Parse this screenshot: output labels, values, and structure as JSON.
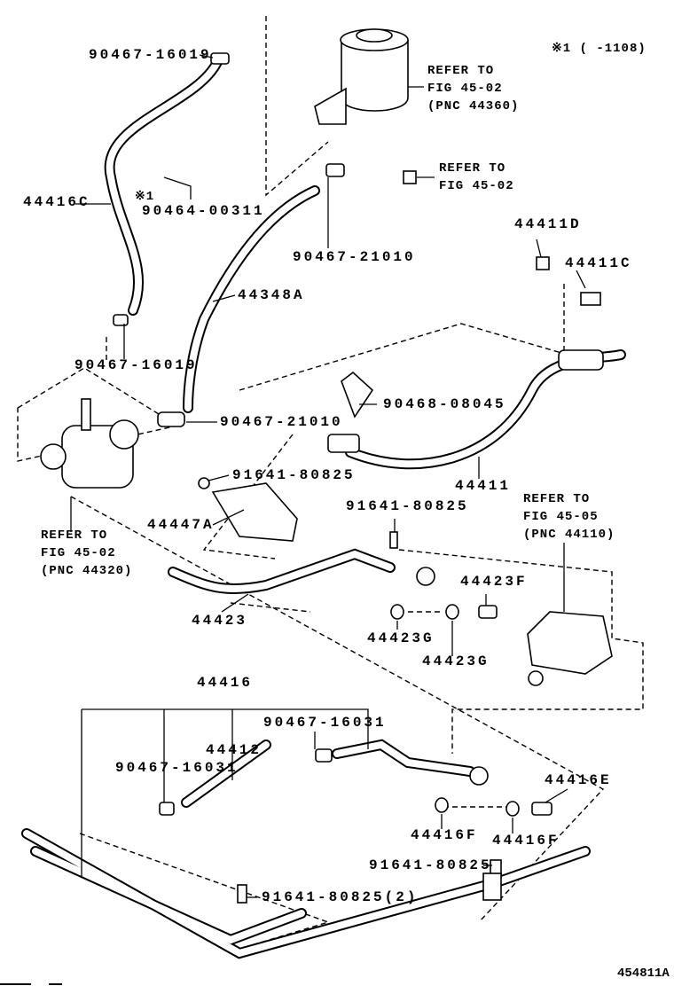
{
  "note": "※1 (   -1108)",
  "figure_id": "454811A",
  "labels": {
    "l1": "90467-16019",
    "r1a": "REFER TO",
    "r1b": "FIG 45-02",
    "r1c": "(PNC 44360)",
    "l2": "44416C",
    "star": "※1",
    "l3": "90464-00311",
    "r2a": "REFER TO",
    "r2b": "FIG 45-02",
    "l4": "90467-21010",
    "l5": "44411D",
    "l6": "44411C",
    "l7": "44348A",
    "l8": "90467-16019",
    "l9": "90468-08045",
    "l10": "90467-21010",
    "l11": "44411",
    "l12": "91641-80825",
    "r3a": "REFER TO",
    "r3b": "FIG 45-05",
    "r3c": "(PNC 44110)",
    "l13": "91641-80825",
    "l14": "44447A",
    "r4a": "REFER TO",
    "r4b": "FIG 45-02",
    "r4c": "(PNC 44320)",
    "l15": "44423F",
    "l16": "44423",
    "l17": "44423G",
    "l18": "44423G",
    "l19": "44416",
    "l20": "90467-16031",
    "l21": "44412",
    "l22": "90467-16031",
    "l23": "44416E",
    "l24": "44416F",
    "l25": "44416F",
    "l26": "91641-80825",
    "l27": "91641-80825(2)"
  }
}
